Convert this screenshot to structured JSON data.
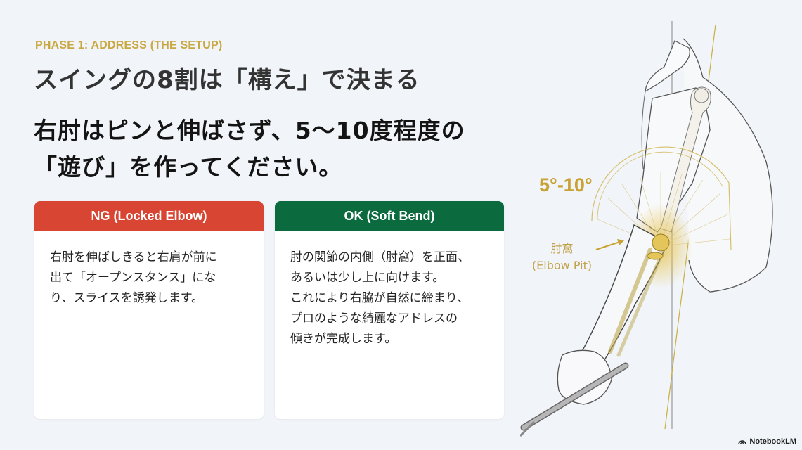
{
  "header": {
    "phase": "PHASE 1: ADDRESS (THE SETUP)",
    "title": "スイングの8割は「構え」で決まる",
    "subtitle_line1": "右肘はピンと伸ばさず、5〜10度程度の",
    "subtitle_line2": "「遊び」を作ってください。"
  },
  "cards": [
    {
      "header": "NG (Locked Elbow)",
      "color": "#d84532",
      "lines": [
        "右肘を伸ばしきると右肩が前に",
        "出て「オープンスタンス」にな",
        "り、スライスを誘発します。"
      ]
    },
    {
      "header": "OK (Soft Bend)",
      "color": "#0b6b3f",
      "lines": [
        "肘の関節の内側（肘窩）を正面、",
        "あるいは少し上に向けます。",
        "これにより右脇が自然に締まり、",
        "プロのような綺麗なアドレスの",
        "傾きが完成します。"
      ]
    }
  ],
  "illustration": {
    "angle_label": "5°-10°",
    "pit_label_jp": "肘窩",
    "pit_label_en": "(Elbow Pit)",
    "accent_color": "#c9a234"
  },
  "brand": {
    "name": "NotebookLM"
  }
}
